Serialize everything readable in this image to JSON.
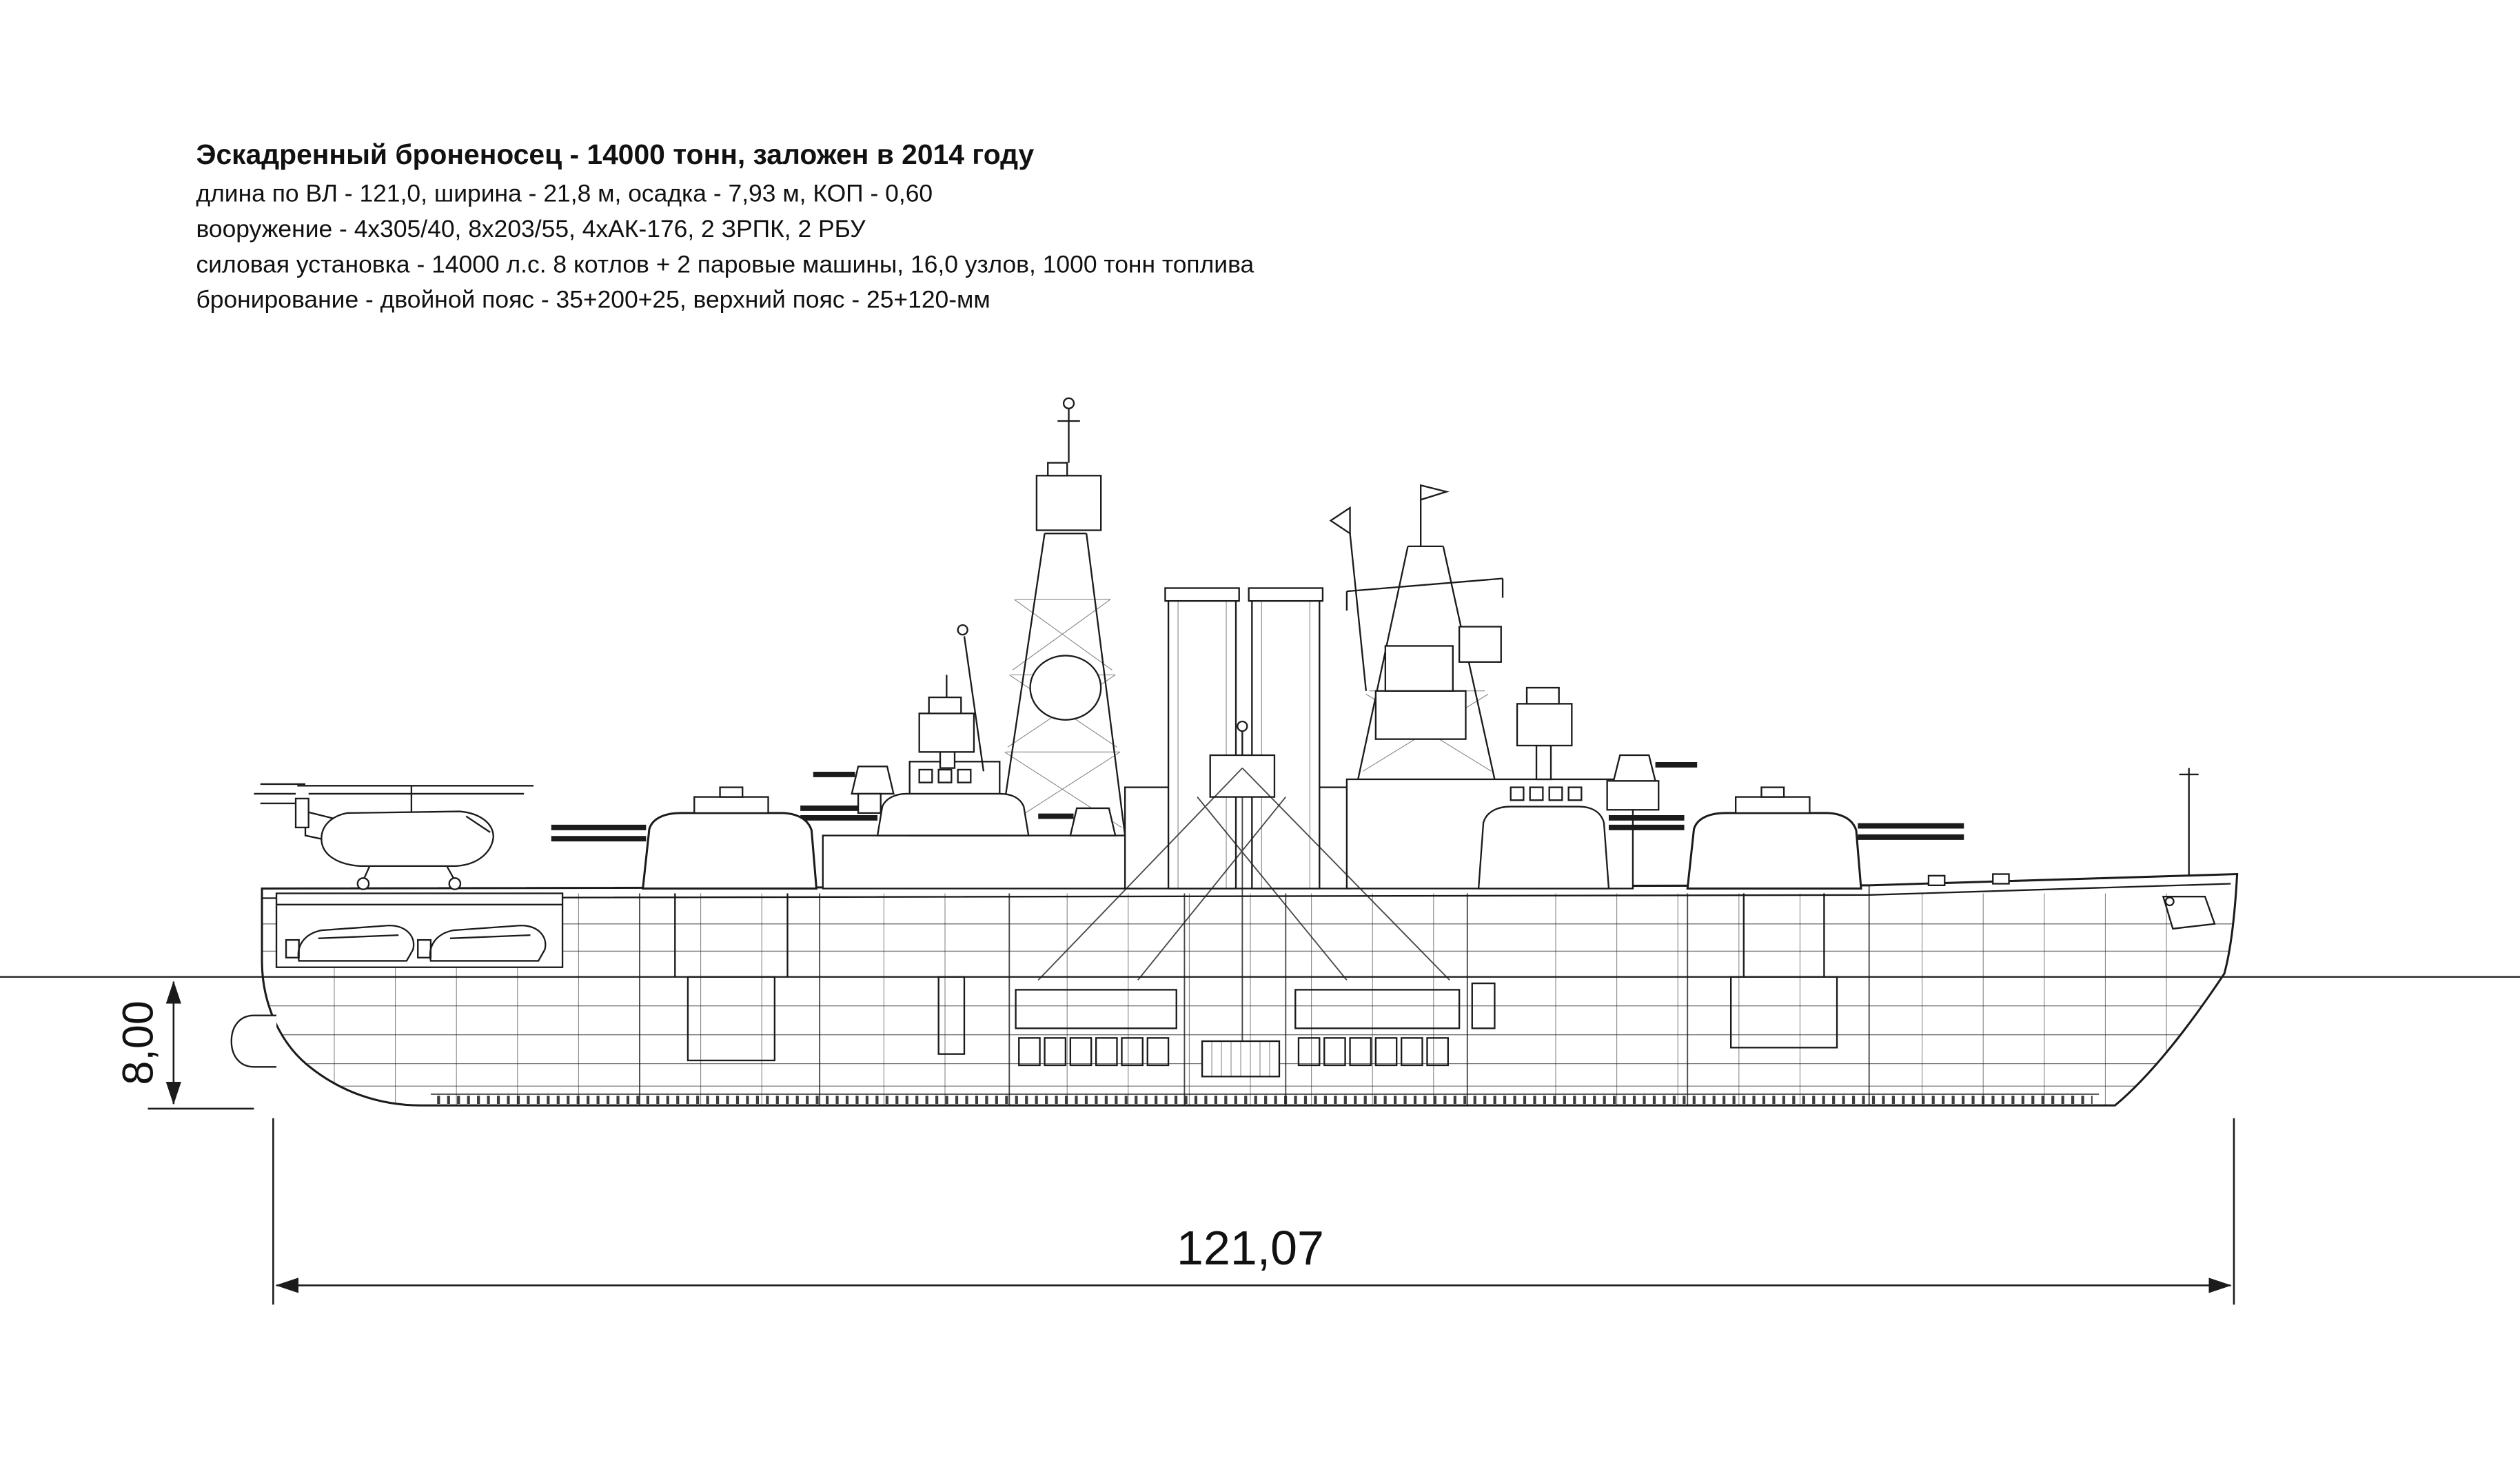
{
  "header": {
    "title": "Эскадренный броненосец - 14000 тонн, заложен в 2014 году",
    "specs": [
      "длина по ВЛ - 121,0, ширина - 21,8 м, осадка - 7,93 м, КОП - 0,60",
      "вооружение - 4х305/40, 8х203/55, 4хАК-176, 2 ЗРПК, 2 РБУ",
      "силовая установка - 14000 л.с. 8 котлов + 2 паровые машины, 16,0 узлов, 1000 тонн топлива",
      "бронирование - двойной пояс - 35+200+25, верхний пояс - 25+120-мм"
    ]
  },
  "dimensions": {
    "overall_length": "121,07",
    "draft": "8,00"
  }
}
